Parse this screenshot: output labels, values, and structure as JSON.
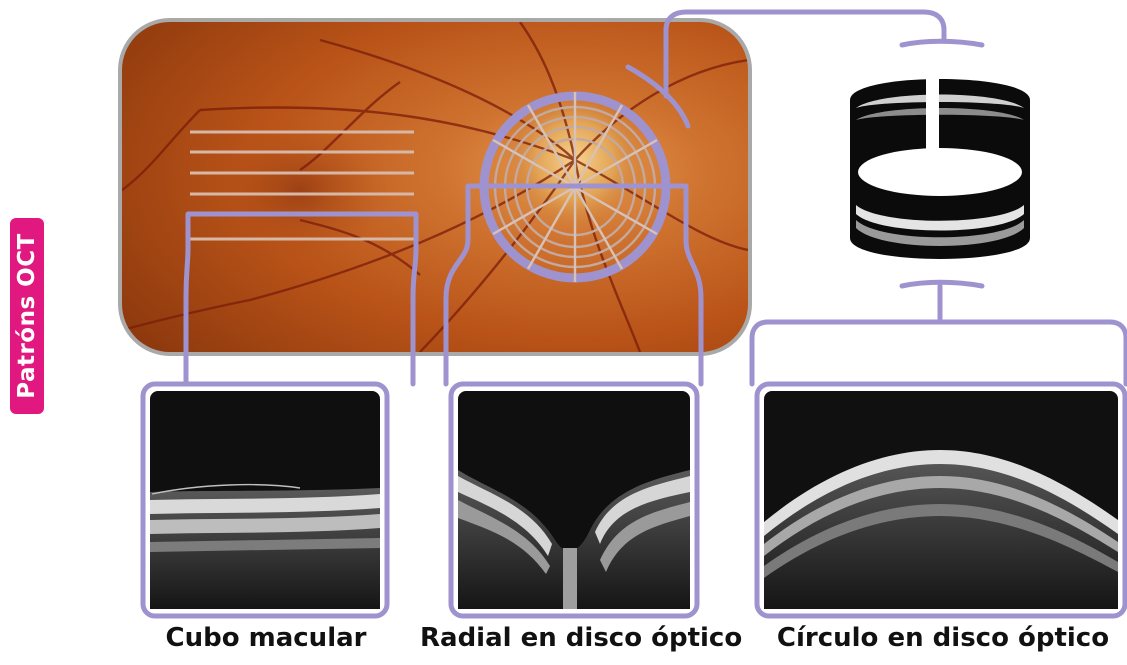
{
  "side_label": "Patróns OCT",
  "captions": {
    "macular_cube": "Cubo macular",
    "radial_disc": "Radial en disco óptico",
    "circle_disc": "Círculo en disco óptico"
  },
  "colors": {
    "accent_lavender": "#9f93cf",
    "badge_magenta": "#e0187f",
    "fundus_orange": "#c4601c",
    "frame_gray": "#a9a9a9"
  }
}
